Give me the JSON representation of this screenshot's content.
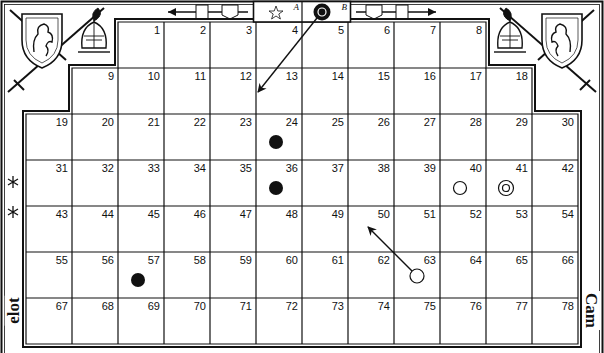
{
  "diagram": {
    "labels": [
      "A",
      "B",
      "1",
      "2",
      "3",
      "4",
      "5",
      "6",
      "7",
      "8",
      "9",
      "10",
      "11",
      "12",
      "13",
      "14",
      "15",
      "16",
      "17",
      "18",
      "19",
      "20",
      "21",
      "22",
      "23",
      "24",
      "25",
      "26",
      "27",
      "28",
      "29",
      "30",
      "31",
      "32",
      "33",
      "34",
      "35",
      "36",
      "37",
      "38",
      "39",
      "40",
      "41",
      "42",
      "43",
      "44",
      "45",
      "46",
      "47",
      "48",
      "49",
      "50",
      "51",
      "52",
      "53",
      "54",
      "55",
      "56",
      "57",
      "58",
      "59",
      "60",
      "61",
      "62",
      "63",
      "64",
      "65",
      "66",
      "67",
      "68",
      "69",
      "70",
      "71",
      "72",
      "73",
      "74",
      "75",
      "76",
      "77",
      "78",
      "elot",
      "Cam"
    ]
  }
}
